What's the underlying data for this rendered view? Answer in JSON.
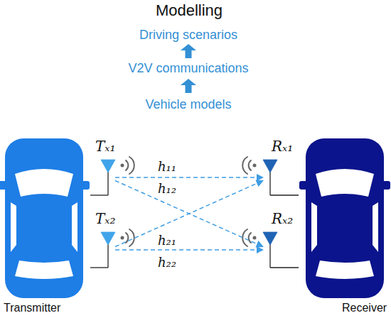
{
  "diagram": {
    "title": "Modelling",
    "nodes": [
      {
        "text": [
          "Tₓ₁"
        ]
      },
      {
        "text": [
          "Rₓ₁"
        ]
      },
      {
        "text": [
          "Tₓ₂"
        ]
      },
      {
        "text": [
          "Rₓ₂"
        ]
      },
      {
        "text": [
          "Transmitter"
        ]
      },
      {
        "text": [
          "Receiver"
        ]
      }
    ],
    "edges": [
      {
        "from": 0,
        "to": 1,
        "arrow": "to",
        "label": "h₁₁"
      },
      {
        "from": 0,
        "to": 3,
        "arrow": "to",
        "label": "h₁₂"
      },
      {
        "from": 2,
        "to": 1,
        "arrow": "to",
        "label": "h₂₁"
      },
      {
        "from": 2,
        "to": 3,
        "arrow": "to",
        "label": "h₂₂"
      },
      {
        "from": 0,
        "to": 4,
        "arrow": "none"
      },
      {
        "from": 2,
        "to": 4,
        "arrow": "none"
      },
      {
        "from": 1,
        "to": 5,
        "arrow": "none"
      },
      {
        "from": 3,
        "to": 5,
        "arrow": "none"
      }
    ],
    "labels": [
      "Driving scenarios",
      "V2V communications",
      "Vehicle models"
    ]
  }
}
